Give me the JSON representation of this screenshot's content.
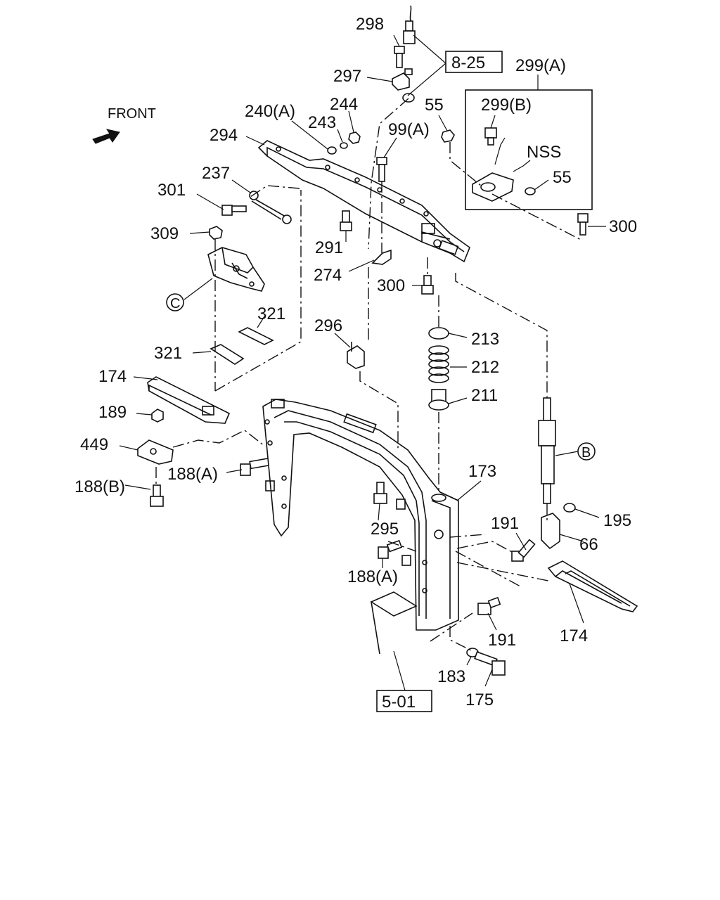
{
  "labels": {
    "l298": "298",
    "l825": "8-25",
    "l299a": "299(A)",
    "l297": "297",
    "l244": "244",
    "l240a": "240(A)",
    "l243": "243",
    "l55a": "55",
    "l299b": "299(B)",
    "lfront": "FRONT",
    "l99a": "99(A)",
    "l294": "294",
    "lnss": "NSS",
    "l55b": "55",
    "l237": "237",
    "l301": "301",
    "l300a": "300",
    "l309": "309",
    "l291": "291",
    "l274": "274",
    "l300b": "300",
    "lc": "C",
    "l321a": "321",
    "l321b": "321",
    "l296": "296",
    "l213": "213",
    "l212": "212",
    "l211": "211",
    "l174a": "174",
    "l189": "189",
    "lb": "B",
    "l449": "449",
    "l188a1": "188(A)",
    "l173": "173",
    "l188b": "188(B)",
    "l195": "195",
    "l191a": "191",
    "l295": "295",
    "l66": "66",
    "l188a2": "188(A)",
    "l191b": "191",
    "l174b": "174",
    "l183": "183",
    "l175": "175",
    "l501": "5-01"
  }
}
